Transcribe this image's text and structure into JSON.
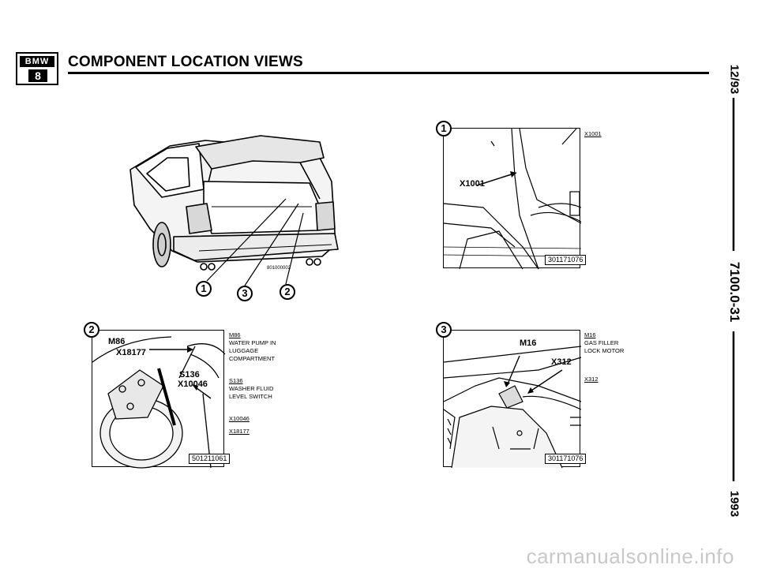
{
  "header": {
    "logo_text": "BMW",
    "logo_series": "8",
    "title": "COMPONENT LOCATION VIEWS"
  },
  "side": {
    "date": "12/93",
    "page_number": "7100.0-31",
    "year": "1993"
  },
  "car_view": {
    "ref_code": "801000002",
    "callouts": [
      "1",
      "3",
      "2"
    ]
  },
  "view1": {
    "number": "1",
    "label": "X1001",
    "ref_code": "301171076",
    "legend": [
      "X1001"
    ]
  },
  "view2": {
    "number": "2",
    "labels": [
      "M86",
      "X18177",
      "S136",
      "X10046"
    ],
    "ref_code": "501211061",
    "legend": {
      "m86_code": "M86",
      "m86_desc": [
        "WATER PUMP IN",
        "LUGGAGE",
        "COMPARTMENT"
      ],
      "s136_code": "S136",
      "s136_desc": [
        "WASHER FLUID",
        "LEVEL SWITCH"
      ],
      "x10046": "X10046",
      "x18177": "X18177"
    }
  },
  "view3": {
    "number": "3",
    "labels": [
      "M16",
      "X312"
    ],
    "ref_code": "301171076",
    "legend": {
      "m16_code": "M16",
      "m16_desc": [
        "GAS FILLER",
        "LOCK MOTOR"
      ],
      "x312": "X312"
    }
  },
  "watermark": "carmanualsonline.info"
}
